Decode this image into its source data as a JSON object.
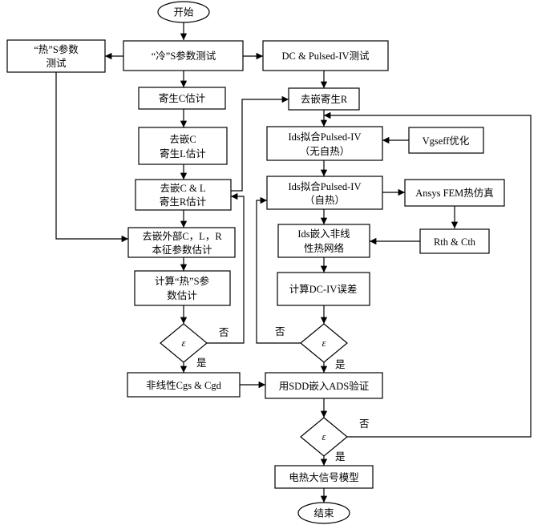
{
  "nodes": {
    "start": "开始",
    "end": "结束",
    "hot_s": [
      "“热”S参数",
      "测试"
    ],
    "cold_s": "“冷”S参数测试",
    "dc_pulsed": "DC & Pulsed-IV测试",
    "est_c": "寄生C估计",
    "deembed_c": [
      "去嵌C",
      "寄生L估计"
    ],
    "deembed_cl": [
      "去嵌C & L",
      "寄生R估计"
    ],
    "deembed_ext": [
      "去嵌外部C，L，R",
      "本征参数估计"
    ],
    "calc_hot": [
      "计算“热”S参",
      "数估计"
    ],
    "decision_1": "ε",
    "nonlinear_c": "非线性Cgs & Cgd",
    "deembed_r": "去嵌寄生R",
    "ids_fit_noheat": [
      "Ids拟合Pulsed-IV",
      "（无自热）"
    ],
    "vgseff": "Vgseff优化",
    "ids_fit_heat": [
      "Ids拟合Pulsed-IV",
      "（自热）"
    ],
    "ansys": "Ansys FEM热仿真",
    "ids_embed": [
      "Ids嵌入非线",
      "性热网络"
    ],
    "rth_cth": "Rth & Cth",
    "calc_dc": "计算DC-IV误差",
    "decision_2": "ε",
    "sdd": "用SDD嵌入ADS验证",
    "decision_3": "ε",
    "model": "电热大信号模型"
  },
  "edge_labels": {
    "d1_no": "否",
    "d1_yes": "是",
    "d2_no": "否",
    "d2_yes": "是",
    "d3_no": "否",
    "d3_yes": "是"
  }
}
